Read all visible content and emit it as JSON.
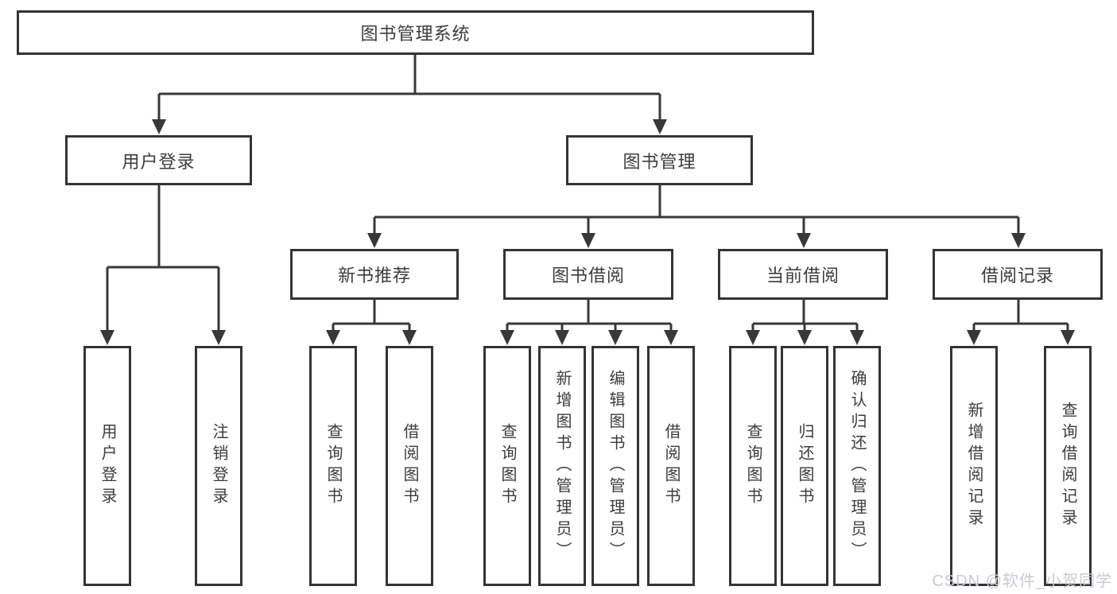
{
  "tree": {
    "root": {
      "label": "图书管理系统",
      "children": [
        {
          "label": "用户登录",
          "children": [
            {
              "label": "用户登录"
            },
            {
              "label": "注销登录"
            }
          ]
        },
        {
          "label": "图书管理",
          "children": [
            {
              "label": "新书推荐",
              "children": [
                {
                  "label": "查询图书"
                },
                {
                  "label": "借阅图书"
                }
              ]
            },
            {
              "label": "图书借阅",
              "children": [
                {
                  "label": "查询图书"
                },
                {
                  "label": "新增图书（管理员）"
                },
                {
                  "label": "编辑图书（管理员）"
                },
                {
                  "label": "借阅图书"
                }
              ]
            },
            {
              "label": "当前借阅",
              "children": [
                {
                  "label": "查询图书"
                },
                {
                  "label": "归还图书"
                },
                {
                  "label": "确认归还（管理员）"
                }
              ]
            },
            {
              "label": "借阅记录",
              "children": [
                {
                  "label": "新增借阅记录"
                },
                {
                  "label": "查询借阅记录"
                }
              ]
            }
          ]
        }
      ]
    }
  },
  "watermark": {
    "text": "CSDN @软件_小贺同学",
    "color": "#c8cbd1"
  },
  "colors": {
    "line": "#383838",
    "box_border": "#343434",
    "text": "#3c3c3c",
    "background": "#ffffff"
  }
}
